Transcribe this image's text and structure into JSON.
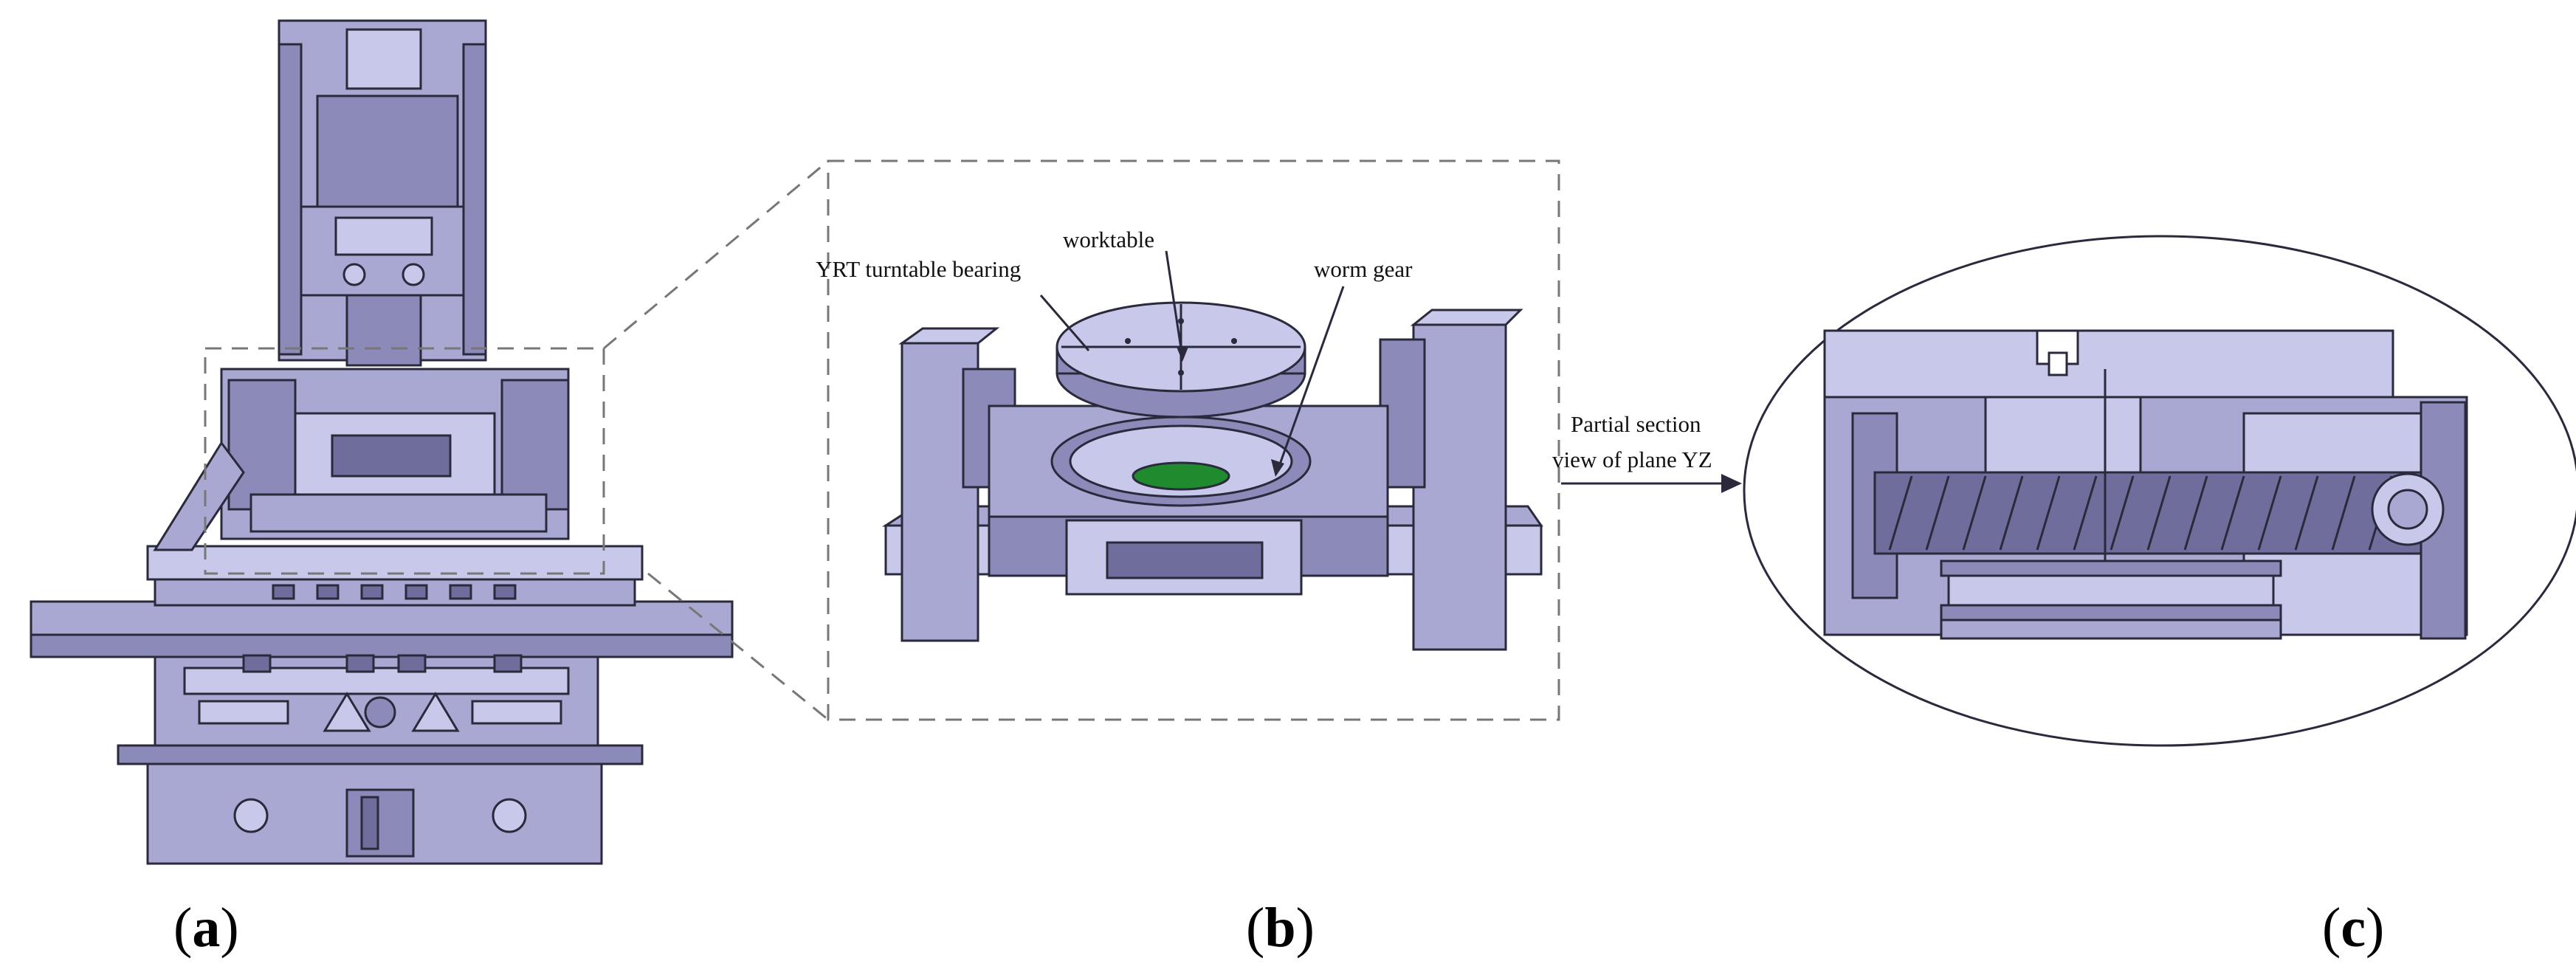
{
  "panels": {
    "a": {
      "label": "(a)",
      "letter": "a"
    },
    "b": {
      "label": "(b)",
      "letter": "b"
    },
    "c": {
      "label": "(c)",
      "letter": "c"
    }
  },
  "callouts": {
    "worktable": "worktable",
    "yrt_bearing": "YRT turntable bearing",
    "worm_gear": "worm gear"
  },
  "section_arrow": {
    "line1": "Partial section",
    "line2": "view of plane YZ"
  },
  "colors": {
    "metal": "#a9a8d3",
    "metal_light": "#c8c8ea",
    "metal_dark": "#8b8ab8",
    "green_part": "#1f8a2e",
    "outline": "#2a2a3c",
    "dashed_frame": "#777777"
  }
}
